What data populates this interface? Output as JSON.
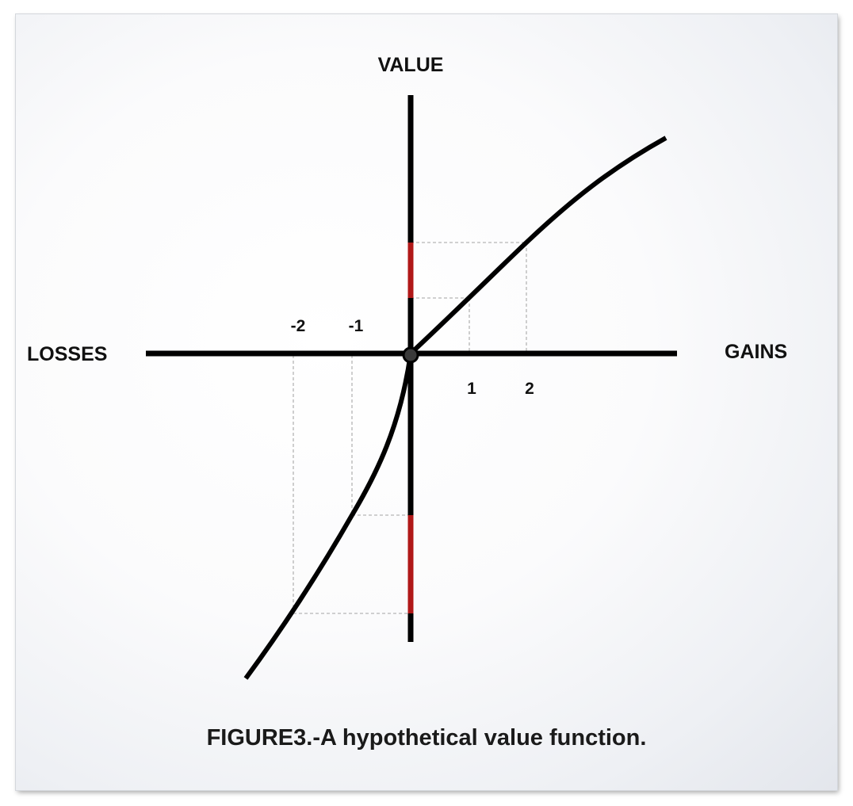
{
  "axes": {
    "y_label": "VALUE",
    "x_neg_label": "LOSSES",
    "x_pos_label": "GAINS"
  },
  "ticks": {
    "neg2": "-2",
    "neg1": "-1",
    "pos1": "1",
    "pos2": "2"
  },
  "caption": "FIGURE3.-A hypothetical value function.",
  "colors": {
    "curve": "#000000",
    "highlight": "#b01818",
    "guide": "#b5b5b5"
  }
}
